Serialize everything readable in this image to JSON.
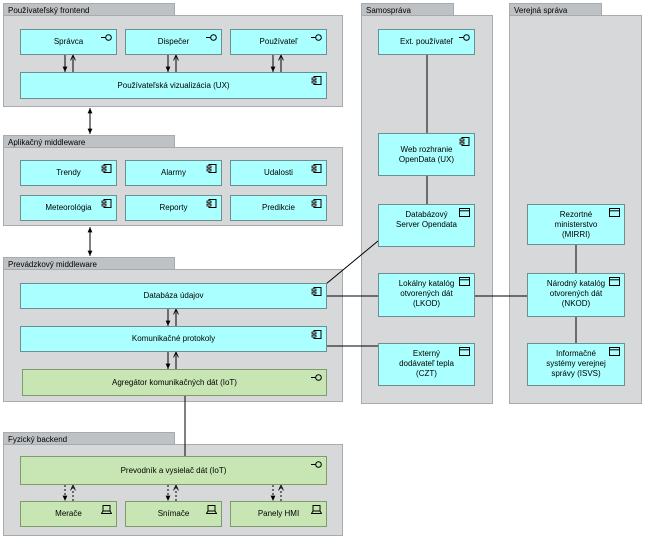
{
  "groups": {
    "frontend": "Používateľský frontend",
    "app_middleware": "Aplikačný middleware",
    "ops_middleware": "Prevádzkový middleware",
    "backend": "Fyzický backend",
    "selfgov": "Samospráva",
    "publicadmin": "Verejná správa"
  },
  "frontend": {
    "admin": "Správca",
    "dispatcher": "Dispečer",
    "user": "Používateľ",
    "ux": "Používateľská vizualizácia (UX)"
  },
  "app_middleware": {
    "trends": "Trendy",
    "alarms": "Alarmy",
    "events": "Udalosti",
    "meteo": "Meteorológia",
    "reports": "Reporty",
    "predictions": "Predikcie"
  },
  "ops_middleware": {
    "database": "Databáza údajov",
    "protocols": "Komunikačné protokoly",
    "aggregator": "Agregátor komunikačných dát (IoT)"
  },
  "backend": {
    "converter": "Prevodník a vysielač dát (IoT)",
    "meters": "Merače",
    "sensors": "Snímače",
    "hmi": "Panely HMI"
  },
  "selfgov": {
    "ext_user": "Ext. používateľ",
    "web": "Web rozhranie\nOpenData (UX)",
    "db_server": "Databázový\nServer Opendata",
    "lkod": "Lokálny katalóg\notvorených dát\n(LKOD)",
    "czt": "Externý\ndodávateľ tepla\n(CZT)"
  },
  "publicadmin": {
    "mirri": "Rezortné\nministerstvo\n(MIRRI)",
    "nkod": "Národný katalóg\notvorených dát\n(NKOD)",
    "isvs": "Informačné\nsystémy verejnej\nsprávy  (ISVS)"
  },
  "icons": {
    "actor": "interface-icon",
    "component": "component-icon",
    "node": "node-icon",
    "device": "device-icon"
  },
  "colors": {
    "app_box": "#aaffff",
    "tech_box": "#c8e6b4",
    "group": "#d6d8da"
  }
}
